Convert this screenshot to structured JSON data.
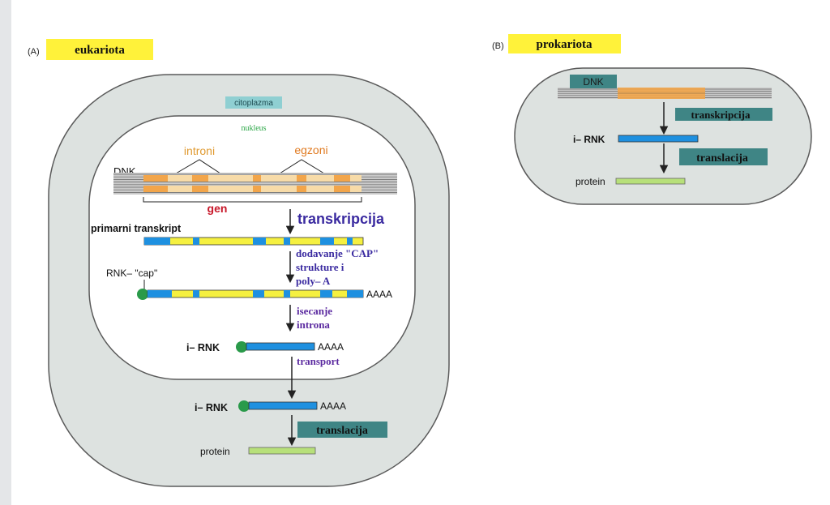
{
  "colors": {
    "cell": "#dde2e0",
    "nucleus": "#ffffff",
    "outline": "#5a5a5a",
    "highlight_yellow": "#fff23a",
    "label_teal": "#3f8585",
    "label_cyan": "#8fcfd2",
    "exon_orange": "#f2a54a",
    "intron_beige": "#f7dba8",
    "rna_blue": "#1e90e0",
    "rna_yellow": "#f5f040",
    "cap_green": "#2a9a4a",
    "protein_green": "#b7e07a",
    "gen_red": "#c8182a",
    "text_blue": "#3a2aa0",
    "text_purple": "#5b2aa0",
    "nukleus_green": "#2fa84a",
    "egzoni_orange": "#e07a20",
    "introni_orange": "#e09a30"
  },
  "panelA": {
    "tag": "(A)",
    "title": "eukariota",
    "citoplazma": "citoplazma",
    "nukleus": "nukleus",
    "introni": "introni",
    "egzoni": "egzoni",
    "dnk": "DNK",
    "gen": "gen",
    "transkripcija": "transkripcija",
    "primarni_transkript": "primarni  transkript",
    "dodavanje_lines": [
      "dodavanje \"CAP\"",
      "strukture  i",
      "poly– A"
    ],
    "rnk_cap": "RNK– \"cap\"",
    "aaaa": "AAAA",
    "isecanje_lines": [
      "isecanje",
      "introna"
    ],
    "irnk": "i– RNK",
    "transport": "transport",
    "translacija": "translacija",
    "protein": "protein"
  },
  "panelB": {
    "tag": "(B)",
    "title": "prokariota",
    "dnk": "DNK",
    "transkripcija": "transkripcija",
    "irnk": "i– RNK",
    "translacija": "translacija",
    "protein": "protein"
  }
}
